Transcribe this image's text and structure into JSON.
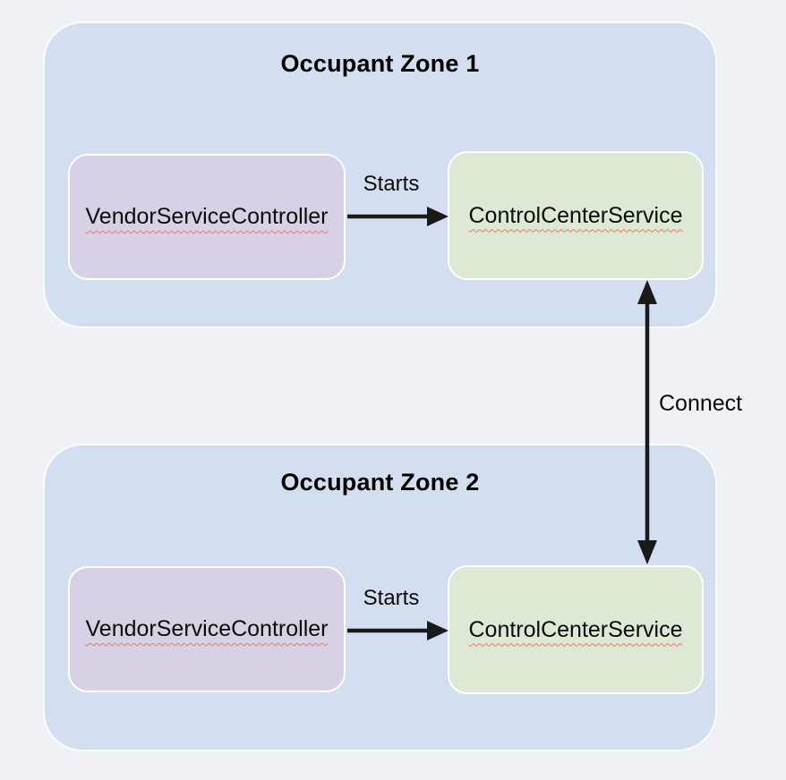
{
  "diagram": {
    "zones": [
      {
        "title": "Occupant Zone 1",
        "nodes": [
          {
            "id": "vendor-service-controller",
            "label": "VendorServiceController"
          },
          {
            "id": "control-center-service",
            "label": "ControlCenterService"
          }
        ],
        "edge": {
          "label": "Starts",
          "from": "VendorServiceController",
          "to": "ControlCenterService",
          "direction": "right"
        }
      },
      {
        "title": "Occupant Zone 2",
        "nodes": [
          {
            "id": "vendor-service-controller",
            "label": "VendorServiceController"
          },
          {
            "id": "control-center-service",
            "label": "ControlCenterService"
          }
        ],
        "edge": {
          "label": "Starts",
          "from": "VendorServiceController",
          "to": "ControlCenterService",
          "direction": "right"
        }
      }
    ],
    "cross_zone_edge": {
      "label": "Connect",
      "from": "ControlCenterService (Zone 1)",
      "to": "ControlCenterService (Zone 2)",
      "direction": "bidirectional"
    },
    "colors": {
      "page_bg": "#f0f1f4",
      "zone_bg": "#d3dff0",
      "controller_bg": "#d8d0e4",
      "service_bg": "#dde8d5",
      "box_border": "#ffffff",
      "arrow": "#1a1a1a",
      "spellcheck_underline": "#e4796f",
      "text": "#0b0b0b"
    }
  }
}
